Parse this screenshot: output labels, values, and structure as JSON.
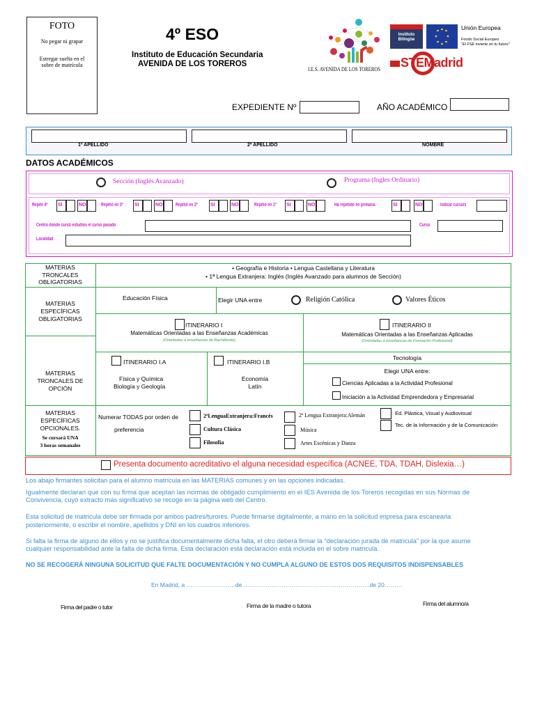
{
  "photo": {
    "title": "FOTO",
    "note1": "No pegar ni grapar",
    "note2a": "Estregar suelta en el",
    "note2b": "sobre de matrícula"
  },
  "header": {
    "course": "4º ESO",
    "school_line1": "Instituto de Educación Secundaria",
    "school_line2": "AVENIDA DE LOS TOREROS"
  },
  "logos": {
    "ies": "I.E.S. AVENIDA DE LOS TOREROS",
    "bilingue": "Instituto Bilingüe",
    "eu_title": "Unión Europea",
    "eu_fund": "Fondo Social Europeo",
    "eu_motto": "\"El FSE invierte en tu futuro\"",
    "stem": "STEMadrid"
  },
  "expediente": {
    "label": "EXPEDIENTE Nº",
    "value": "",
    "year_label": "AÑO ACADÉMICO",
    "year_value": ""
  },
  "student": {
    "apellido1_label": "1º APELLIDO",
    "apellido2_label": "2º APELLIDO",
    "nombre_label": "NOMBRE",
    "apellido1": "",
    "apellido2": "",
    "nombre": ""
  },
  "academic": {
    "title": "DATOS ACADÉMICOS",
    "seccion": "Sección (Inglés Avanzado)",
    "programa": "Programa (Ingles Ordinario)",
    "repeats": [
      {
        "label": "Repite 4º",
        "si": "SÍ",
        "no": "NO"
      },
      {
        "label": "Repitió en 3º",
        "si": "SI",
        "no": "NO"
      },
      {
        "label": "Repitió en 2º",
        "si": "SI",
        "no": "NO"
      },
      {
        "label": "Repitió en 1º",
        "si": "SI",
        "no": "NO"
      },
      {
        "label": "Ha repetido en primaria",
        "si": "SI",
        "no": "NO"
      }
    ],
    "indicar": "Indicar curso/s",
    "centro": "Centro donde cursó estudios el curso pasado",
    "curso": "Curso",
    "localidad": "Localidad"
  },
  "subjects": {
    "troncales_label": [
      "MATERIAS",
      "TRONCALES",
      "OBLIGATORIAS"
    ],
    "troncales_1": "• Geografía e Historia •  Lengua Castellana y Literatura",
    "troncales_2": "• 1ª Lengua Extranjera: Inglés (Inglés Avanzado para alumnos de Sección)",
    "especificas_label": [
      "MATERIAS",
      "ESPECÍFICAS",
      "OBLIGATORIAS"
    ],
    "ed_fisica": "Educación Física",
    "elegir_una": "Elegir UNA entre",
    "religion": "Religión Católica",
    "valores": "Valores Éticos",
    "itin1": "ITINERARIO I",
    "itin1_desc": "Matemáticas Orientadas a las Enseñanzas Académicas",
    "itin1_note": "(Orientadas a enseñanzas de Bachillerato)",
    "itin2": "ITINERARIO II",
    "itin2_desc": "Matemáticas Orientadas a las Enseñanzas Aplicadas",
    "itin2_note": "(Orientadas a enseñanzas de Formación Profesional)",
    "opcion_label": [
      "MATERIAS",
      "TRONCALES DE",
      "OPCIÓN"
    ],
    "itin1a": "ITINERARIO I.A",
    "itin1a_s1": "Física y Química",
    "itin1a_s2": "Biología y Geología",
    "itin1b": "ITINERARIO I.B",
    "itin1b_s1": "Economía",
    "itin1b_s2": "Latín",
    "tecnologia": "Tecnología",
    "elegir_una2": "Elegir UNA entre:",
    "ciencias": "Ciencias Aplicadas a la Actividad Profesional",
    "iniciacion": "Iniciación a la Actividad Emprendedora y Empresarial",
    "opcionales_label": [
      "MATERIAS",
      "ESPECÍFICAS",
      "OPCIONALES."
    ],
    "opcionales_note1": "Se cursará UNA",
    "opcionales_note2": "3 horas semanales",
    "numerar1": "Numerar TODAS por orden de",
    "numerar2": "preferencia",
    "frances": "2ªLenguaExtranjera:Francés",
    "cultura": "Cultura Clásica",
    "filosofia": "Filosofía",
    "aleman": "2ª Lengua Extranjera:Alemán",
    "musica": "Música",
    "artes": "Artes Escénicas y Danza",
    "plastica": "Ed. Plástica, Visual y Audiovisual",
    "tic": "Tec. de la Información y de la  Comunicación"
  },
  "necesidad": "Presenta documento acreditativo el alguna necesidad específica (ACNEE, TDA, TDAH, Dislexia…)",
  "text": {
    "p1": "Los abajo firmantes solicitan para el alumno matrícula en las MATERIAS comunes y en las opciones indicadas.",
    "p2a": "Igualmente declaran que con su firma que aceptan las normas de obligado cumplimiento en el IES Avenida de los Toreros recogidas en sus Normas de",
    "p2b": "Convivencia, cuyo extracto más significativo se recoge en la página web del Centro.",
    "p3a": "Esta solicitud de matricula debe ser firmada por ambos padres/turores. Puede firmarse digitalmente, a mano en la solicitud impresa para escanearla",
    "p3b": "posteriormente, o escribir el nombre, apellidos y DNI en los cuadros inferiores.",
    "p4a": "Si falta la firma de alguno de ellos y no se justifica documentalmente dicha falta, el otro deberá firmar la \"declaración jurada de matricula\" por la que asume",
    "p4b": "cualquier responsabilidad ante la falta de dicha firma. Esta declaración está declaración está incluida en el sobre matricula.",
    "warning": "NO SE RECOGERÁ NINGUNA SOLICITUD QUE FALTE DOCUMENTACIÓN Y NO CUMPLA ALGUNO DE ESTOS DOS REQUISITOS INDISPENSABLES",
    "date": "En Madrid, a …………………….de………………………………………………………..de 20………"
  },
  "signatures": {
    "padre": "Firma del padre o tutor",
    "madre": "Firma de la madre o tutora",
    "alumno": "Firma del alumno/a"
  },
  "colors": {
    "blue_text": "#3a8fd0",
    "magenta": "#d01ad0",
    "green": "#2aa84a",
    "red": "#e02020",
    "blue_border": "#3a8fd0"
  }
}
